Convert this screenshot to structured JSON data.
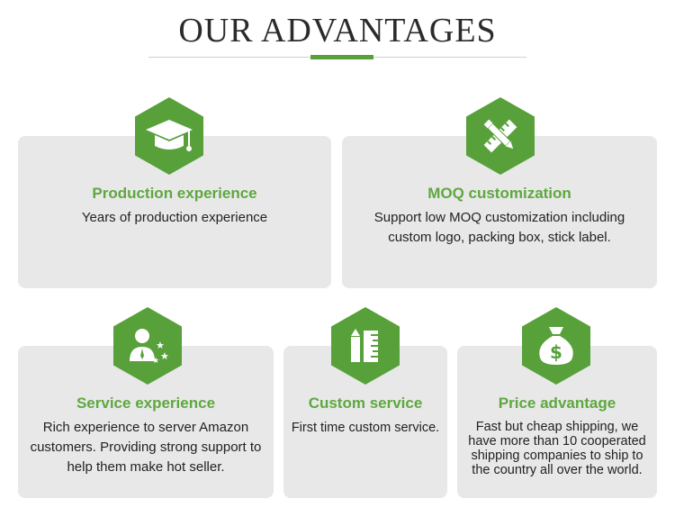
{
  "header": {
    "title": "OUR ADVANTAGES"
  },
  "colors": {
    "accent": "#5ea83f",
    "hexagon": "#58a13a",
    "card_bg": "#e8e8e8"
  },
  "cards": [
    {
      "icon": "graduation-cap-icon",
      "title": "Production experience",
      "text": "Years of production experience"
    },
    {
      "icon": "pencil-ruler-icon",
      "title": "MOQ customization",
      "text": "Support low MOQ customization including custom logo, packing box, stick label."
    },
    {
      "icon": "person-stars-icon",
      "title": "Service experience",
      "text": "Rich experience to server Amazon customers. Providing strong support to help them make hot seller."
    },
    {
      "icon": "tools-icon",
      "title": "Custom service",
      "text": "First time custom service."
    },
    {
      "icon": "money-bag-icon",
      "title": "Price advantage",
      "text": "Fast but cheap shipping, we have more than 10 cooperated shipping companies to ship to the country all over the world."
    }
  ]
}
